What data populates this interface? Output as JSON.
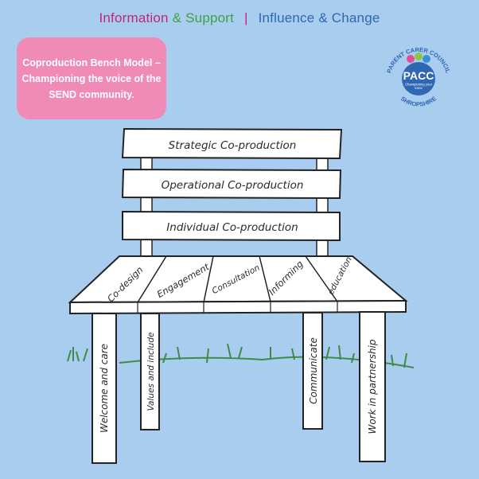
{
  "header": {
    "information": "Information",
    "amp1": "&",
    "support": "Support",
    "separator": "|",
    "influence": "Influence & Change"
  },
  "callout": {
    "text": "Coproduction Bench Model – Championing the voice of the SEND community."
  },
  "logo": {
    "arc_text": "PARENT CARER COUNCIL",
    "acronym": "PACC",
    "tagline_line1": "Championing your",
    "tagline_line2": "voice",
    "county": "SHROPSHIRE"
  },
  "bench": {
    "back_planks": [
      "Strategic Co-production",
      "Operational Co-production",
      "Individual Co-production"
    ],
    "seat_slats": [
      "Co-design",
      "Engagement",
      "Consultation",
      "Informing",
      "education"
    ],
    "legs": [
      "Welcome and care",
      "Values and include",
      "Communicate",
      "Work in partnership"
    ]
  },
  "colors": {
    "background": "#a9cdee",
    "callout": "#f08ab7",
    "brand_blue": "#2f67b2",
    "brand_magenta": "#c2257a",
    "brand_green": "#3ea243",
    "grass": "#3f8a4a"
  }
}
